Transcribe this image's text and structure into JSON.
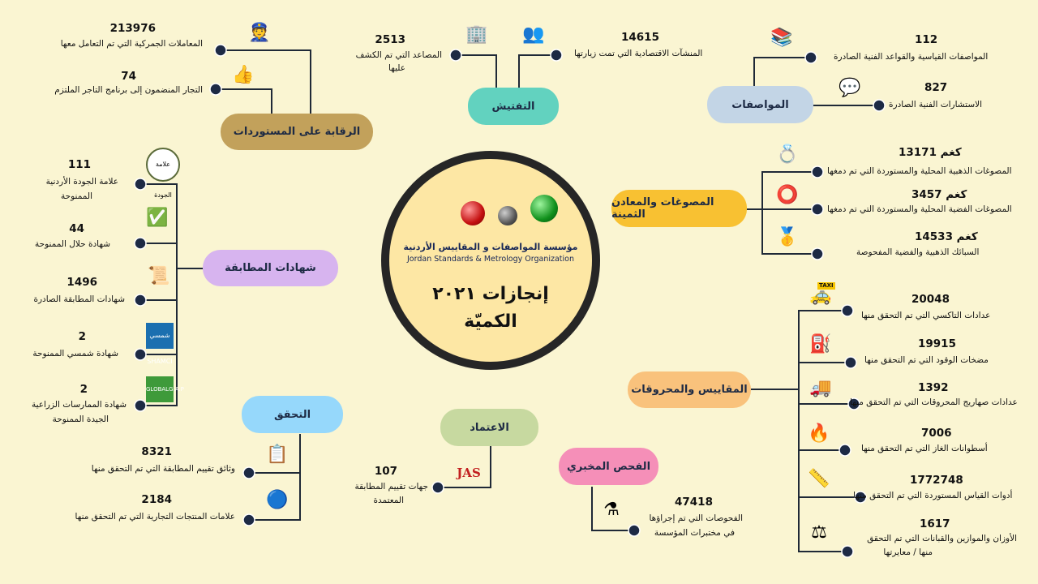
{
  "center": {
    "org_ar": "مؤسسة المواصفات و المقاييس الأردنية",
    "org_en": "Jordan Standards & Metrology Organization",
    "title_line1": "إنجازات ٢٠٢١",
    "title_line2": "الكميّة"
  },
  "categories": {
    "customs": "الرقابة على المستوردات",
    "inspection": "التفتيش",
    "standards": "المواصفات",
    "jewelry": "المصوغات والمعادن الثمينة",
    "metrology": "المقاييس والمحروقات",
    "lab": "الفحص المخبري",
    "accreditation": "الاعتماد",
    "verification": "التحقق",
    "conformity": "شهادات المطابقة"
  },
  "items": {
    "customs_1": {
      "value": "213976",
      "label": "المعاملات الجمركية التي تم التعامل معها"
    },
    "customs_2": {
      "value": "74",
      "label": "التجار المنضمون إلى برنامج التاجر الملتزم"
    },
    "inspection_1": {
      "value": "2513",
      "label1": "المصاعد التي تم الكشف",
      "label2": "عليها"
    },
    "inspection_2": {
      "value": "14615",
      "label": "المنشآت الاقتصادية التي تمت زيارتها"
    },
    "standards_1": {
      "value": "112",
      "label": "المواصفات  القياسية والقواعد الفنية الصادرة"
    },
    "standards_2": {
      "value": "827",
      "label": "الاستشارات الفنية الصادرة"
    },
    "jewelry_1": {
      "value": "13171 كغم",
      "label": "المصوغات الذهبية المحلية والمستوردة التي تم دمغها"
    },
    "jewelry_2": {
      "value": "3457 كغم",
      "label": "المصوغات  الفضية المحلية والمستوردة  التي تم دمغها"
    },
    "jewelry_3": {
      "value": "14533  كغم",
      "label": "السبائك الذهبية والفضية المفحوصة"
    },
    "metrology_1": {
      "value": "20048",
      "label": "عدادات التاكسي التي تم التحقق منها"
    },
    "metrology_2": {
      "value": "19915",
      "label": "مضخات الوقود التي تم التحقق منها"
    },
    "metrology_3": {
      "value": "1392",
      "label": "عدادات صهاريج المحروقات التي تم التحقق منها"
    },
    "metrology_4": {
      "value": "7006",
      "label": "أسطوانات الغاز التي تم التحقق منها"
    },
    "metrology_5": {
      "value": "1772748",
      "label": "أدوات القياس المستوردة التي تم التحقق منها"
    },
    "metrology_6": {
      "value": "1617",
      "label1": "الأوزان والموازين والقبانات التي تم التحقق",
      "label2": "منها / معايرتها"
    },
    "lab_1": {
      "value": "47418",
      "label1": "الفحوصات التي تم إجراؤها",
      "label2": "في  مختبرات المؤسسة"
    },
    "accreditation_1": {
      "value": "107",
      "label1": "جهات تقييم المطابقة",
      "label2": "المعتمدة"
    },
    "verification_1": {
      "value": "8321",
      "label": "وثائق تقييم المطابقة التي تم التحقق منها"
    },
    "verification_2": {
      "value": "2184",
      "label": "علامات المنتجات التجارية التي تم التحقق منها"
    },
    "conformity_1": {
      "value": "111",
      "label1": "علامة الجودة الأردنية",
      "label2": "الممنوحة"
    },
    "conformity_2": {
      "value": "44",
      "label": "شهادة حلال الممنوحة"
    },
    "conformity_3": {
      "value": "1496",
      "label": "شهادات المطابقة الصادرة"
    },
    "conformity_4": {
      "value": "2",
      "label": "شهادة  شمسي الممنوحة"
    },
    "conformity_5": {
      "value": "2",
      "label1": "شهادة الممارسات الزراعية",
      "label2": "الجيدة الممنوحة"
    }
  },
  "logo_labels": {
    "accreditation": "JAS",
    "quality_mark": "علامة الجودة",
    "shamci": "شمسي SHAMCI",
    "globalgap": "GLOBALG.A.P",
    "taxi": "TAXI"
  },
  "icons": {
    "customs_1": "customs-officer-icon",
    "customs_2": "thumbs-up-stars-icon",
    "inspection_1": "elevator-icon",
    "inspection_2": "people-group-icon",
    "standards_1": "documents-stack-icon",
    "standards_2": "consultation-chat-icon",
    "jewelry_1": "rings-diamond-icon",
    "jewelry_2": "silver-bracelet-icon",
    "jewelry_3": "gold-bars-icon",
    "metrology_1": "taxi-icon",
    "metrology_2": "fuel-pump-icon",
    "metrology_3": "tanker-truck-icon",
    "metrology_4": "gas-cylinder-icon",
    "metrology_5": "measuring-tools-icon",
    "metrology_6": "weighing-scale-icon",
    "lab_1": "lab-flask-icon",
    "accreditation_1": "jas-logo-icon",
    "verification_1": "document-check-icon",
    "verification_2": "trademark-icon",
    "conformity_1": "jordan-quality-mark-icon",
    "conformity_2": "halal-seal-icon",
    "conformity_3": "certificate-icon",
    "conformity_4": "shamci-logo-icon",
    "conformity_5": "globalgap-logo-icon"
  },
  "colors": {
    "background": "#faf5d2",
    "customs": "#c2a15b",
    "inspection": "#62d2bf",
    "standards": "#c3d5e6",
    "jewelry": "#f8c132",
    "metrology": "#f9c27c",
    "lab": "#f58fb8",
    "accreditation": "#c7d9a0",
    "verification": "#96d8fb",
    "conformity": "#d7b4ef",
    "line": "#1f2937",
    "dot": "#1d2a44"
  }
}
